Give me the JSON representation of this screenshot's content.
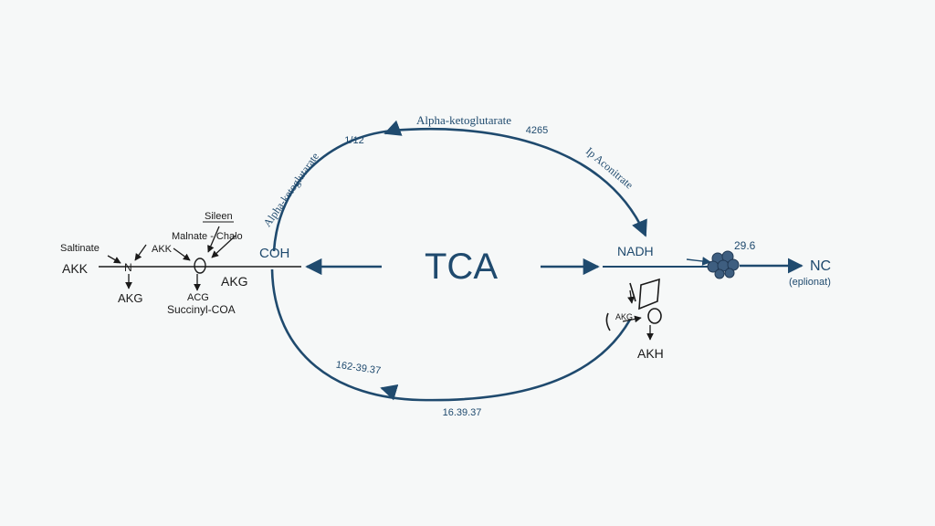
{
  "center": {
    "title": "TCA"
  },
  "cycle_labels": {
    "top": "Alpha-ketoglutarate",
    "top_left_number": "1/12",
    "top_right_number": "4265",
    "left_arc": "Alpha-ketoglutarate",
    "right_arc": "Ip Aconitrate",
    "bottom_left_number": "162-39.37",
    "bottom_number": "16.39.37"
  },
  "left_nodes": {
    "coh": "COH",
    "akk": "AKK",
    "n": "N",
    "akg_below_n": "AKG",
    "saltinate": "Saltinate",
    "akk_small": "AKK",
    "malate": "Malnate - Chalo",
    "sileen": "Sileen",
    "akg_right": "AKG",
    "acg": "ACG",
    "succinyl": "Succinyl-COA"
  },
  "right_nodes": {
    "nadh": "NADH",
    "value": "29.6",
    "nc": "NC",
    "nc_sub": "(eplionat)",
    "akg_small": "AKG",
    "akh": "AKH"
  },
  "colors": {
    "cycle_line": "#1f4a6e",
    "text_dark": "#1a1a1a",
    "background": "#f6f8f8",
    "cluster": "#3e5e80"
  },
  "icons": [
    "arrow-icon",
    "molecule-cluster-icon",
    "ring-icon"
  ]
}
